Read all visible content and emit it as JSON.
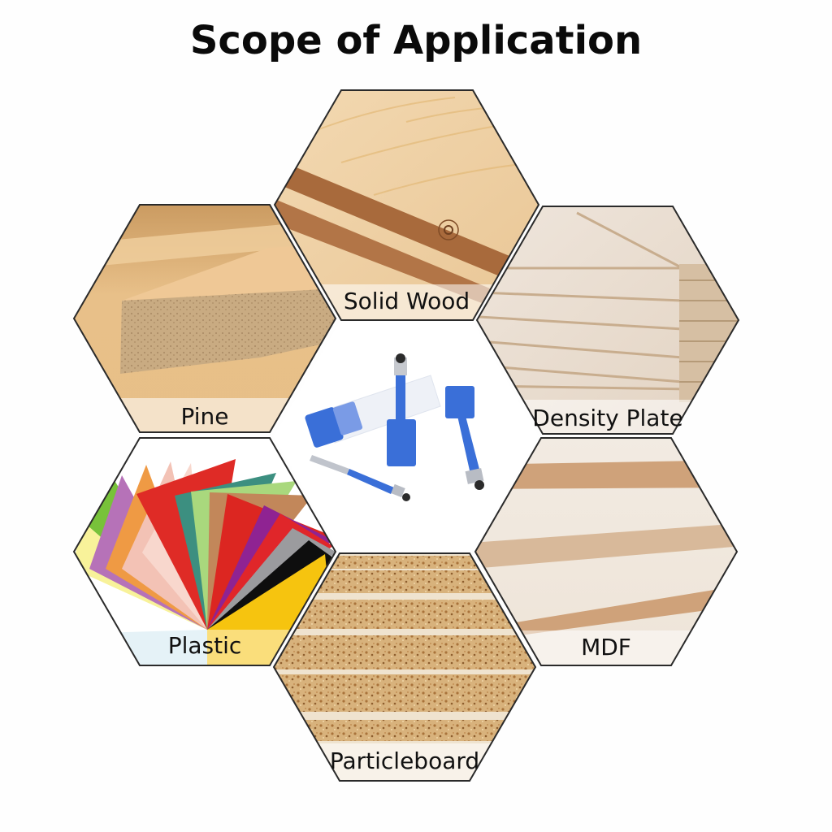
{
  "title": "Scope of Application",
  "center": {
    "name": "Router bits product (3 flush trim bits with blue caps)",
    "colors": {
      "blue": "#3a6fd8",
      "steel": "#b8bcc4"
    }
  },
  "materials": [
    {
      "id": "solid-wood",
      "label": "Solid Wood",
      "position": "top"
    },
    {
      "id": "pine",
      "label": "Pine",
      "position": "upper-left"
    },
    {
      "id": "density-plate",
      "label": "Density Plate",
      "position": "upper-right"
    },
    {
      "id": "plastic",
      "label": "Plastic",
      "position": "lower-left"
    },
    {
      "id": "mdf",
      "label": "MDF",
      "position": "lower-right"
    },
    {
      "id": "particleboard",
      "label": "Particleboard",
      "position": "bottom"
    }
  ]
}
